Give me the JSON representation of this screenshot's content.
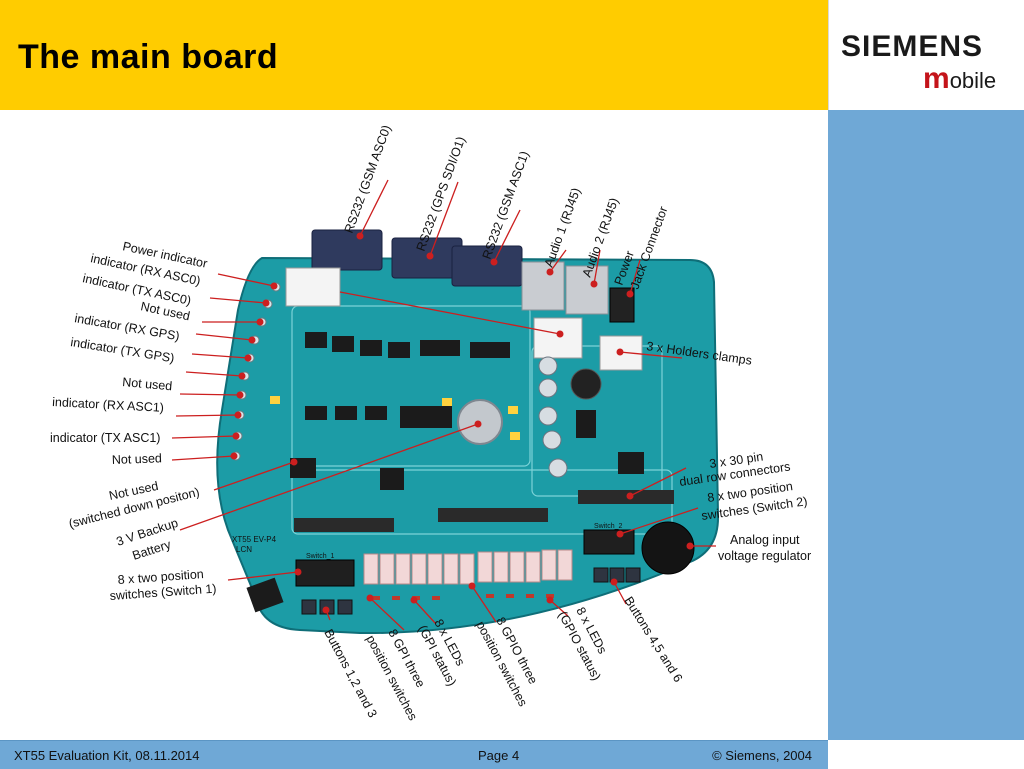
{
  "slide": {
    "title": "The main board"
  },
  "logo": {
    "brand": "SIEMENS",
    "sub_m": "m",
    "sub_rest": "obile"
  },
  "footer": {
    "left": "XT55 Evaluation Kit, 08.11.2014",
    "page": "Page 4",
    "copyright": "© Siemens, 2004"
  },
  "labels": {
    "top": [
      "RS232 (GSM ASC0)",
      "RS232 (GPS SDI/O1)",
      "RS232 (GSM ASC1)",
      "Audio 1 (RJ45)",
      "Audio 2 (RJ45)",
      "Power",
      "Jack Connector"
    ],
    "left": [
      "Power indicator",
      "indicator (RX ASC0)",
      "indicator (TX ASC0)",
      "Not used",
      "indicator (RX GPS)",
      "indicator (TX GPS)",
      "Not used",
      "indicator (RX ASC1)",
      "indicator (TX ASC1)",
      "Not used",
      "Not used",
      "(switched down positon)",
      "3 V Backup",
      "Battery",
      "8 x two position",
      "switches (Switch 1)"
    ],
    "right": [
      "3 x Holders clamps",
      "3 x 30 pin",
      "dual row connectors",
      "8 x two position",
      "switches (Switch 2)",
      "Analog input",
      "voltage regulator"
    ],
    "bottom": [
      "Buttons 1,2 and 3",
      "8 GPI three",
      "position switches",
      "8 x LEDs",
      "(GPI status)",
      "8 GPIO three",
      "position switches",
      "8 x LEDs",
      "(GPIO status)",
      "Buttons 4,5 and 6"
    ]
  },
  "board": {
    "silk_1": "XT55 EV-P4",
    "silk_2": "LCN",
    "silk_3": "Switch_1",
    "silk_4": "Switch_2"
  },
  "colors": {
    "header": "#ffcc00",
    "accent_blue": "#6fa8d6",
    "board": "#1c9ca6",
    "pointer": "#cc1f1f"
  }
}
